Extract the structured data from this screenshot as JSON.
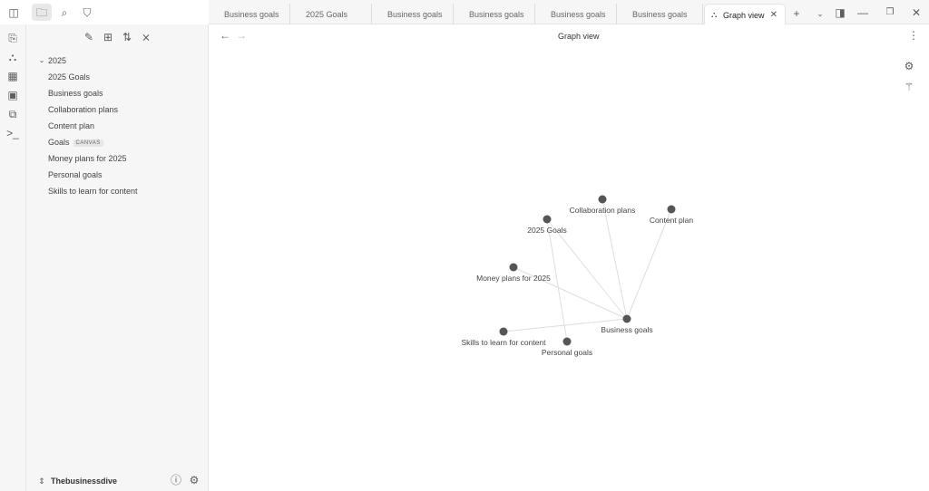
{
  "window": {
    "title": "Graph view"
  },
  "tabs": [
    {
      "label": "Business goals",
      "active": false
    },
    {
      "label": "2025 Goals",
      "active": false
    },
    {
      "label": "Business goals",
      "active": false
    },
    {
      "label": "Business goals",
      "active": false
    },
    {
      "label": "Business goals",
      "active": false
    },
    {
      "label": "Business goals",
      "active": false
    },
    {
      "label": "Graph view",
      "active": true
    }
  ],
  "file_tree": {
    "folder": "2025",
    "items": [
      {
        "label": "2025 Goals"
      },
      {
        "label": "Business goals"
      },
      {
        "label": "Collaboration plans"
      },
      {
        "label": "Content plan"
      },
      {
        "label": "Goals",
        "badge": "CANVAS"
      },
      {
        "label": "Money plans for 2025"
      },
      {
        "label": "Personal goals"
      },
      {
        "label": "Skills to learn for content"
      }
    ]
  },
  "vault": {
    "name": "Thebusinessdive"
  },
  "view": {
    "title": "Graph view"
  },
  "graph": {
    "node_color": "#555555",
    "edge_color": "#dddddd",
    "nodes": [
      "Collaboration plans",
      "Content plan",
      "2025 Goals",
      "Money plans for 2025",
      "Business goals",
      "Skills to learn for content",
      "Personal goals"
    ],
    "edges": [
      [
        "2025 Goals",
        "Business goals"
      ],
      [
        "Collaboration plans",
        "Business goals"
      ],
      [
        "Content plan",
        "Business goals"
      ],
      [
        "Money plans for 2025",
        "Business goals"
      ],
      [
        "Skills to learn for content",
        "Business goals"
      ],
      [
        "2025 Goals",
        "Personal goals"
      ]
    ]
  }
}
